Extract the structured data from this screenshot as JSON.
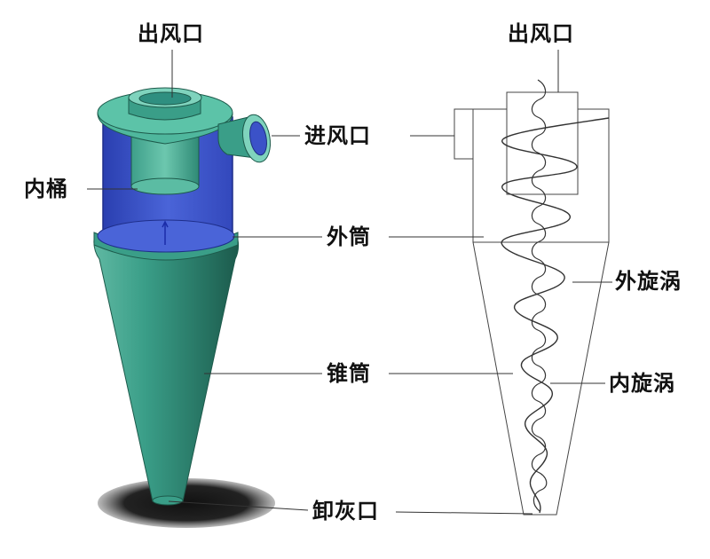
{
  "labels": {
    "outlet_left": "出风口",
    "outlet_right": "出风口",
    "inlet": "进风口",
    "inner_tube": "内桶",
    "outer_cylinder": "外筒",
    "outer_vortex": "外旋涡",
    "cone": "锥筒",
    "inner_vortex": "内旋涡",
    "dust_outlet": "卸灰口"
  },
  "colors": {
    "shell_green": "#2f8f80",
    "shell_light": "#7fd3bd",
    "inner_blue": "#3b52c8",
    "line": "#333333"
  }
}
